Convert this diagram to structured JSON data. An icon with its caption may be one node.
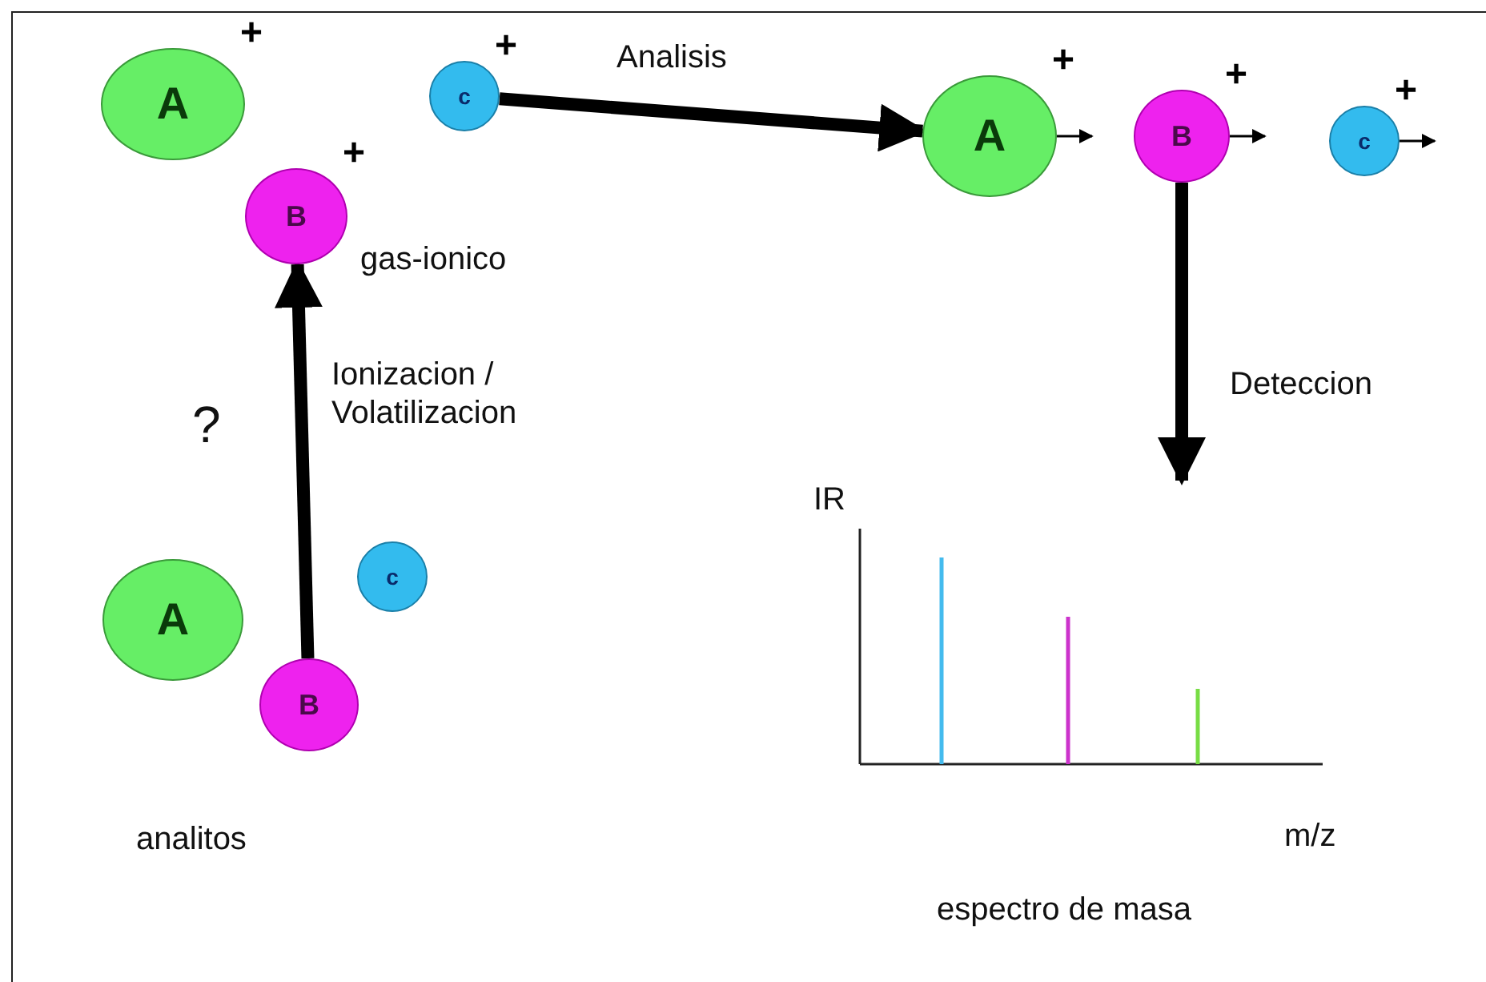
{
  "diagram": {
    "nodes": [
      {
        "text": [
          "A"
        ],
        "beside": [
          "+"
        ]
      },
      {
        "text": [
          "B"
        ],
        "beside": [
          "+"
        ]
      },
      {
        "text": [
          "c"
        ],
        "beside": [
          "+"
        ]
      },
      {
        "text": [
          "A"
        ],
        "beside": [
          "+"
        ]
      },
      {
        "text": [
          "B"
        ],
        "beside": [
          "+"
        ]
      },
      {
        "text": [
          "c"
        ],
        "beside": [
          "+"
        ]
      },
      {
        "text": [
          "A"
        ]
      },
      {
        "text": [
          "B"
        ]
      },
      {
        "text": [
          "c"
        ]
      },
      {
        "text": [
          "espectro de masa"
        ]
      }
    ],
    "edges": [
      {
        "from": 7,
        "to": 1,
        "arrow": "to",
        "label": "Ionizacion / Volatilizacion",
        "style": "thick"
      },
      {
        "from": 2,
        "to": 3,
        "arrow": "to",
        "label": "Analisis",
        "style": "thick"
      },
      {
        "from": 4,
        "to": 9,
        "arrow": "to",
        "label": "Deteccion",
        "style": "thick"
      },
      {
        "from": 3,
        "to": null,
        "arrow": "to"
      },
      {
        "from": 4,
        "to": null,
        "arrow": "to"
      },
      {
        "from": 5,
        "to": null,
        "arrow": "to"
      }
    ],
    "labels": [
      "gas-ionico",
      "?",
      "analitos",
      "IR",
      "m/z"
    ]
  }
}
